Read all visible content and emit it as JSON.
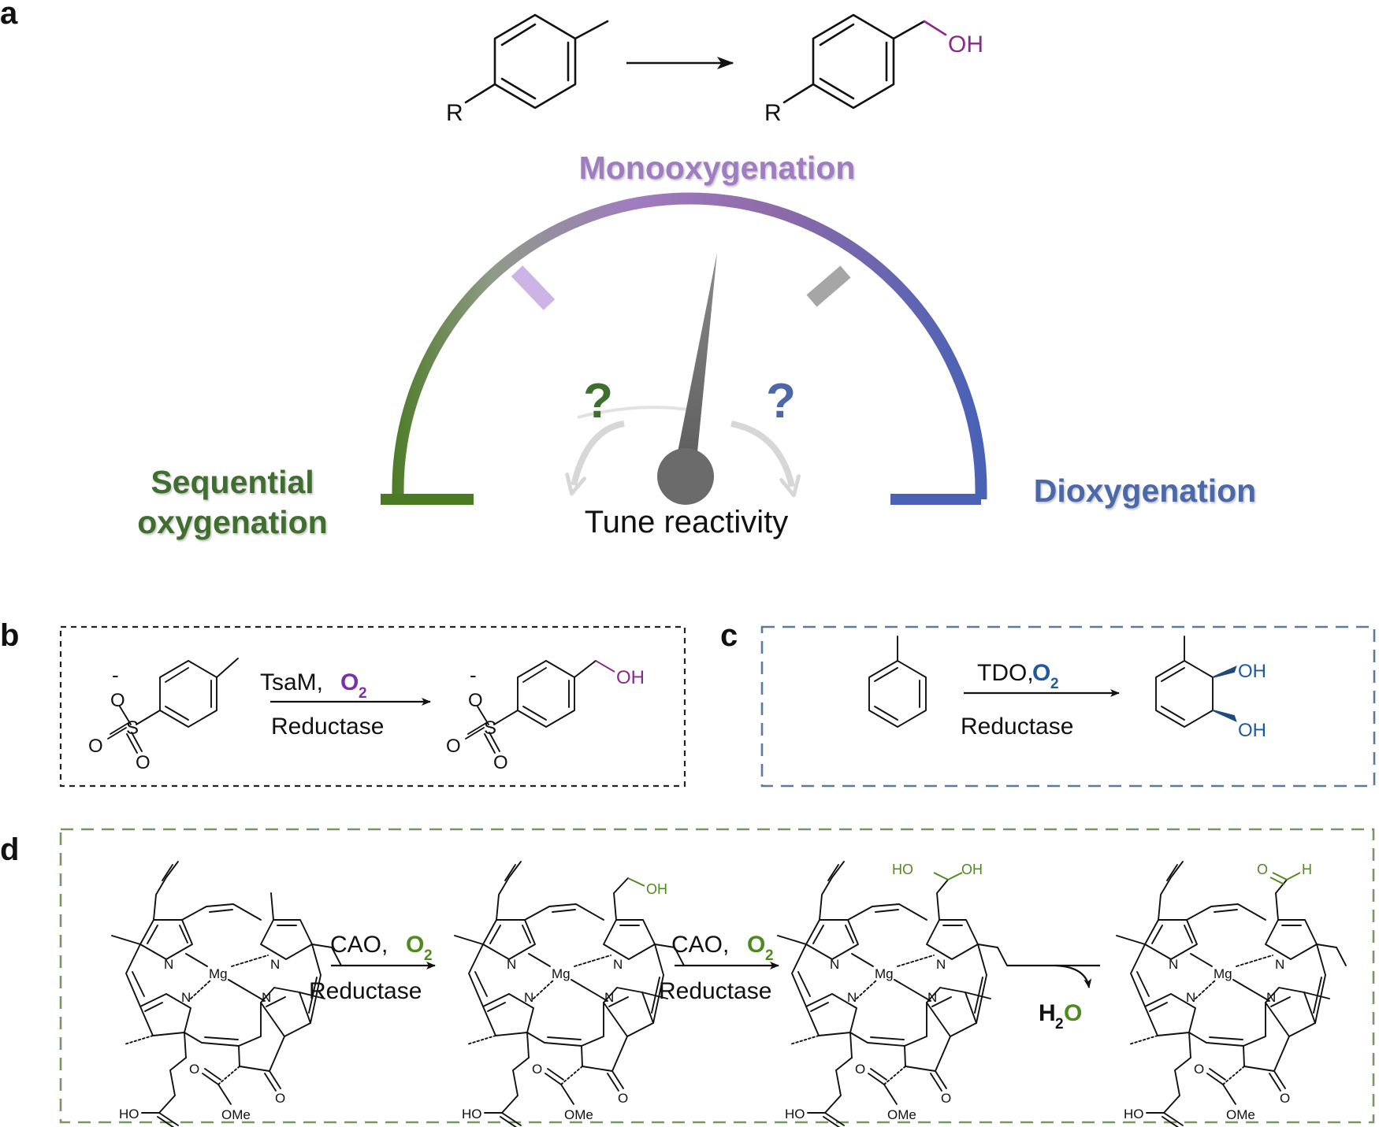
{
  "panels": {
    "a": "a",
    "b": "b",
    "c": "c",
    "d": "d"
  },
  "panel_a": {
    "reactant_r": "R",
    "product_r": "R",
    "product_oh": "OH",
    "mono_label": "Monooxygenation",
    "seq_label_1": "Sequential",
    "seq_label_2": "oxygenation",
    "diox_label": "Dioxygenation",
    "q_left": "?",
    "q_right": "?",
    "tune_label": "Tune reactivity",
    "gauge_colors": {
      "left": "#4a7a22",
      "mid": "#9a6ab0",
      "right": "#4a62b6"
    },
    "needle_color": "#6b6b6b",
    "label_colors": {
      "mono": "#a07cc0",
      "seq": "#3f6e2f",
      "diox": "#4b68a8"
    }
  },
  "panel_b": {
    "enzyme": "TsaM,",
    "o2": "O",
    "o2_sub": "2",
    "reductase": "Reductase",
    "oh": "OH",
    "s": "S",
    "o_minus": "O",
    "charge": "-",
    "o1": "O",
    "o2_atom": "O",
    "oxygen_color": "#7b2fa8"
  },
  "panel_c": {
    "enzyme": "TDO,",
    "o2": "O",
    "o2_sub": "2",
    "reductase": "Reductase",
    "oh1": "OH",
    "oh2": "OH",
    "oxygen_color": "#1f5aa0"
  },
  "panel_d": {
    "step1_enzyme": "CAO,",
    "step1_o2": "O",
    "step1_o2_sub": "2",
    "step1_reductase": "Reductase",
    "step2_enzyme": "CAO,",
    "step2_o2": "O",
    "step2_o2_sub": "2",
    "step2_reductase": "Reductase",
    "water_h": "H",
    "water_sub": "2",
    "water_o": "O",
    "mg": "Mg",
    "n": "N",
    "ho": "HO",
    "ome": "OMe",
    "o": "O",
    "oh": "OH",
    "h": "H",
    "oxygen_color": "#4f8a1e"
  }
}
